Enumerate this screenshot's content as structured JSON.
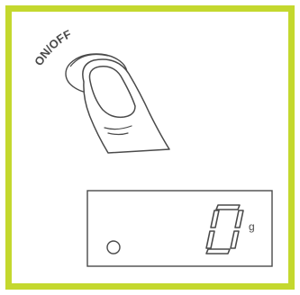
{
  "button": {
    "label": "ON/OFF"
  },
  "display": {
    "reading": "0",
    "unit": "g"
  },
  "colors": {
    "frame": "#c4d82e",
    "line": "#4a4a4a",
    "background": "#ffffff"
  },
  "icons": {
    "finger": "finger-pressing-icon",
    "indicator": "indicator-circle-icon",
    "digit": "seven-segment-digit"
  }
}
